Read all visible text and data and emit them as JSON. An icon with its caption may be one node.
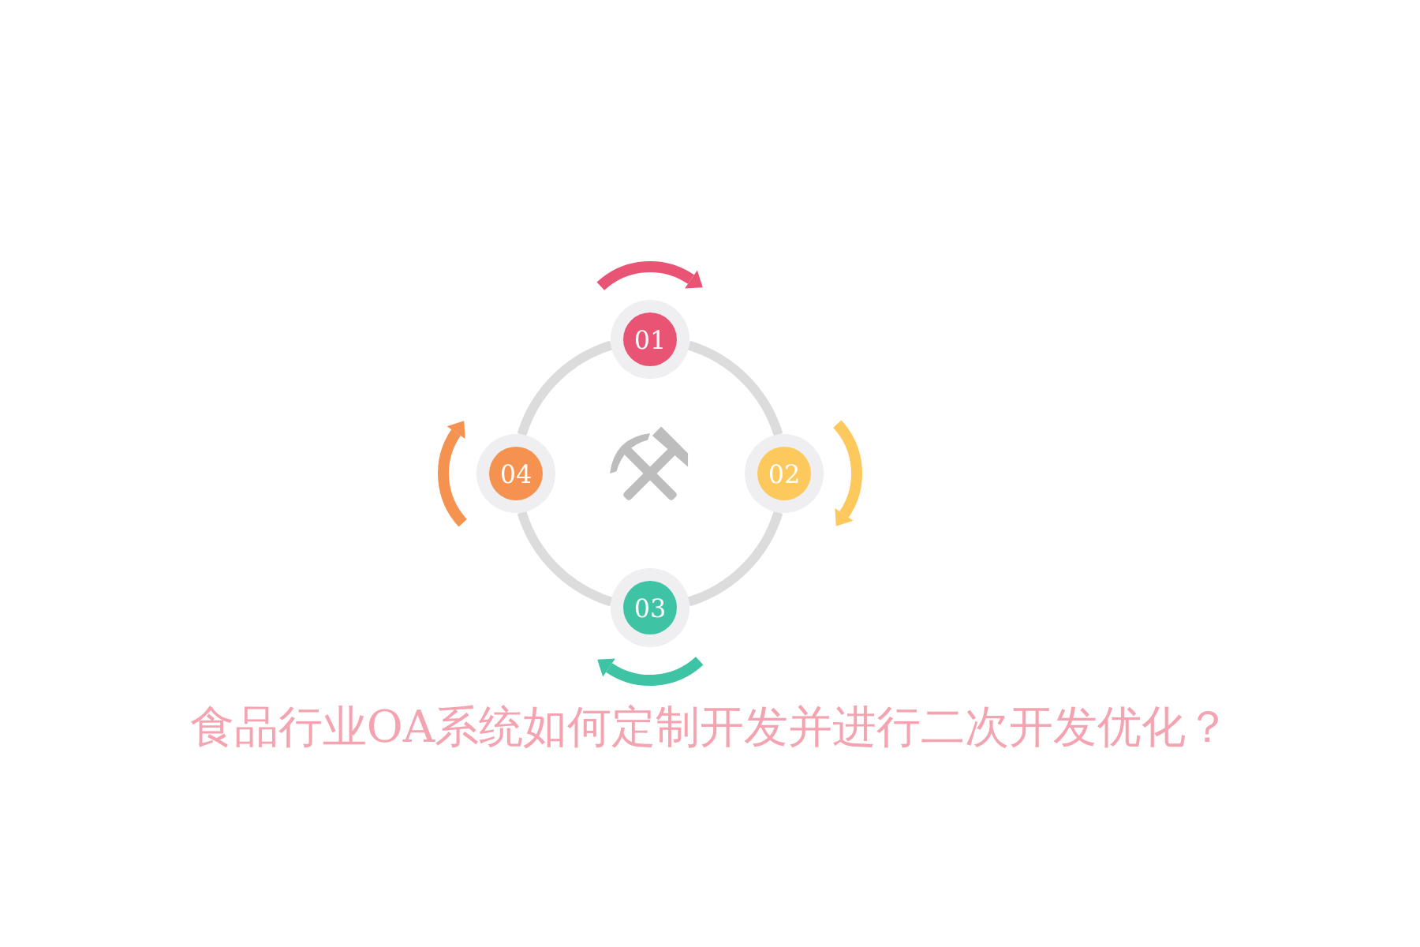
{
  "diagram": {
    "title": "食品行业OA系统如何定制开发并进行二次开发优化？",
    "nodes": [
      {
        "text": [
          "01"
        ]
      },
      {
        "text": [
          "02"
        ]
      },
      {
        "text": [
          "03"
        ]
      },
      {
        "text": [
          "04"
        ]
      }
    ],
    "edges": [
      {
        "from": 0,
        "to": 1,
        "arrow": "none"
      },
      {
        "from": 1,
        "to": 2,
        "arrow": "none"
      },
      {
        "from": 2,
        "to": 3,
        "arrow": "none"
      },
      {
        "from": 3,
        "to": 0,
        "arrow": "none"
      }
    ]
  }
}
